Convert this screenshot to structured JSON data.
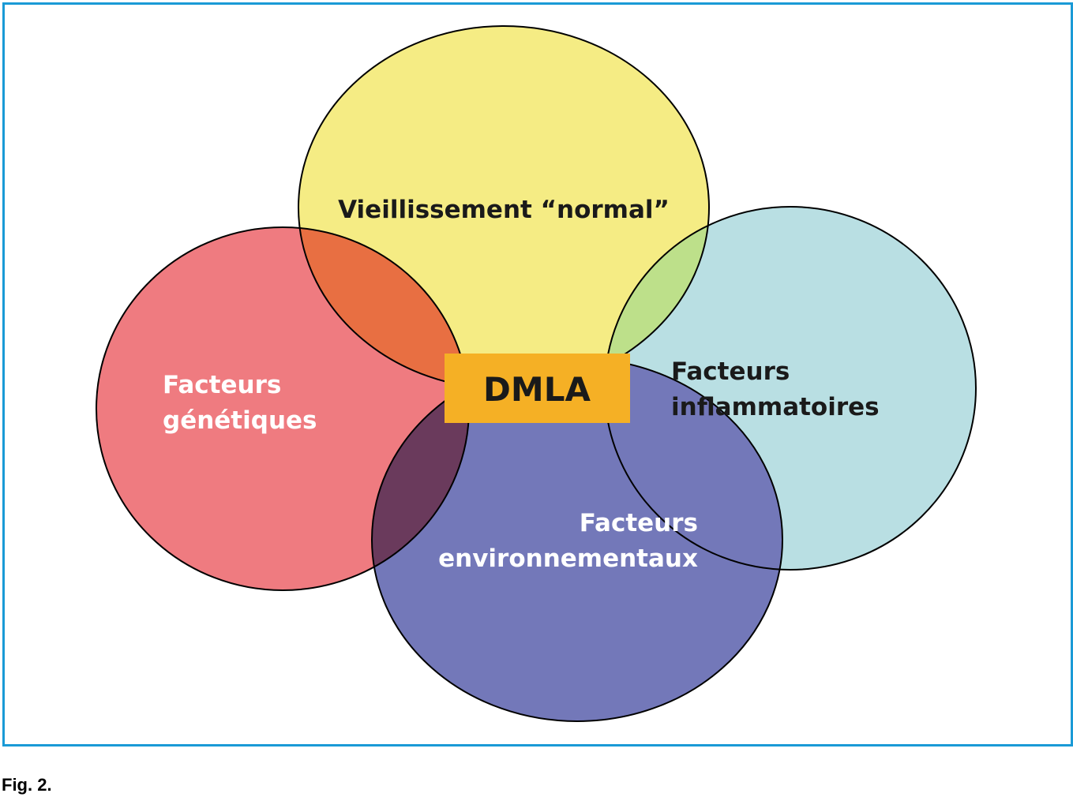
{
  "diagram": {
    "circles": {
      "aging": {
        "label": "Vieillissement “normal”",
        "fill": "#f5ec84",
        "text_color": "#1a1a1a"
      },
      "genetic": {
        "label_line1": "Facteurs",
        "label_line2": "génétiques",
        "fill": "#ef7b80",
        "text_color": "#ffffff"
      },
      "inflammatory": {
        "label_line1": "Facteurs",
        "label_line2": "inflammatoires",
        "fill": "#b9dfe3",
        "text_color": "#1a1a1a"
      },
      "environmental": {
        "label_line1": "Facteurs",
        "label_line2": "environnementaux",
        "fill": "#7378b9",
        "text_color": "#ffffff"
      }
    },
    "overlaps": {
      "aging_genetic": "#e86f42",
      "aging_inflammatory": "#bde08a",
      "genetic_environmental": "#6a3a5c"
    },
    "center": {
      "label": "DMLA",
      "fill": "#f5b025",
      "text_color": "#1a1a1a"
    }
  },
  "colors": {
    "frame_border": "#1a9ad6",
    "outline": "#000000"
  },
  "caption": "Fig. 2."
}
